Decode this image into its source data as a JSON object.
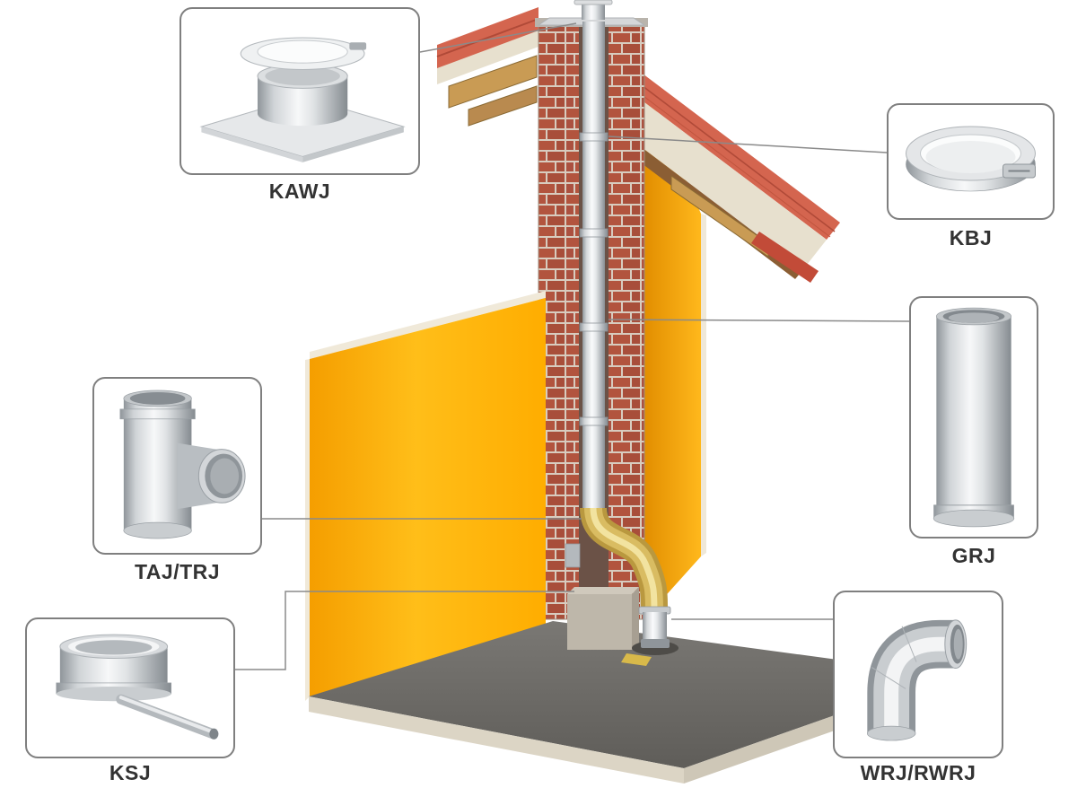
{
  "diagram": {
    "description": "Chimney flue liner installation cross-section with product callouts",
    "callouts": [
      {
        "id": "kawj",
        "label": "KAWJ",
        "product": "top-plate-with-storm-collar"
      },
      {
        "id": "kbj",
        "label": "KBJ",
        "product": "locking-band-clamp"
      },
      {
        "id": "grj",
        "label": "GRJ",
        "product": "straight-flue-pipe"
      },
      {
        "id": "taj_trj",
        "label": "TAJ/TRJ",
        "product": "tee-piece"
      },
      {
        "id": "ksj",
        "label": "KSJ",
        "product": "tee-cap-with-condensate-drain"
      },
      {
        "id": "wrj_rwrj",
        "label": "WRJ/RWRJ",
        "product": "elbow-bend"
      }
    ],
    "colors": {
      "wall_yellow": "#FFBE19",
      "wall_orange": "#F29C00",
      "brick": "#B2543E",
      "mortar": "#D8CCBF",
      "roof_tile": "#D4654F",
      "wood": "#C99B54",
      "steel_light": "#F5F6F7",
      "steel_dark": "#8F959A",
      "floor": "#6E6C68",
      "insulation_gold": "#D9BC62",
      "callout_border": "#7F7F7F",
      "leader_line": "#8A8A8A",
      "label_text": "#333333"
    }
  }
}
